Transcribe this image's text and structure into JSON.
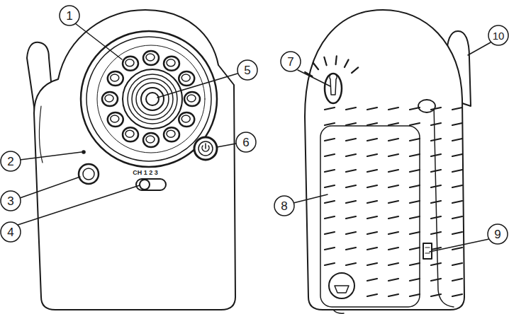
{
  "diagram": {
    "labels": [
      "1",
      "2",
      "3",
      "4",
      "5",
      "6",
      "7",
      "8",
      "9",
      "10",
      "CH 1 2 3"
    ]
  }
}
